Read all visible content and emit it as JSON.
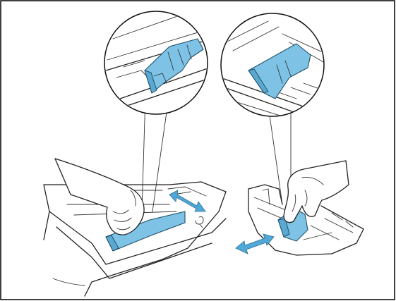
{
  "figure": {
    "type": "instruction-illustration",
    "colors": {
      "guide": "#7ec3e6",
      "guide_shadow": "#5aa9d3",
      "arrow": "#4fa8d8",
      "outline": "#222222",
      "frame": "#000000"
    },
    "panels": [
      {
        "id": "left",
        "icon": "hand-pressing-side-guide-icon",
        "arrow": "double-arrow-icon"
      },
      {
        "id": "right",
        "icon": "hand-pressing-side-guide-icon",
        "arrow": "double-arrow-icon"
      }
    ]
  }
}
